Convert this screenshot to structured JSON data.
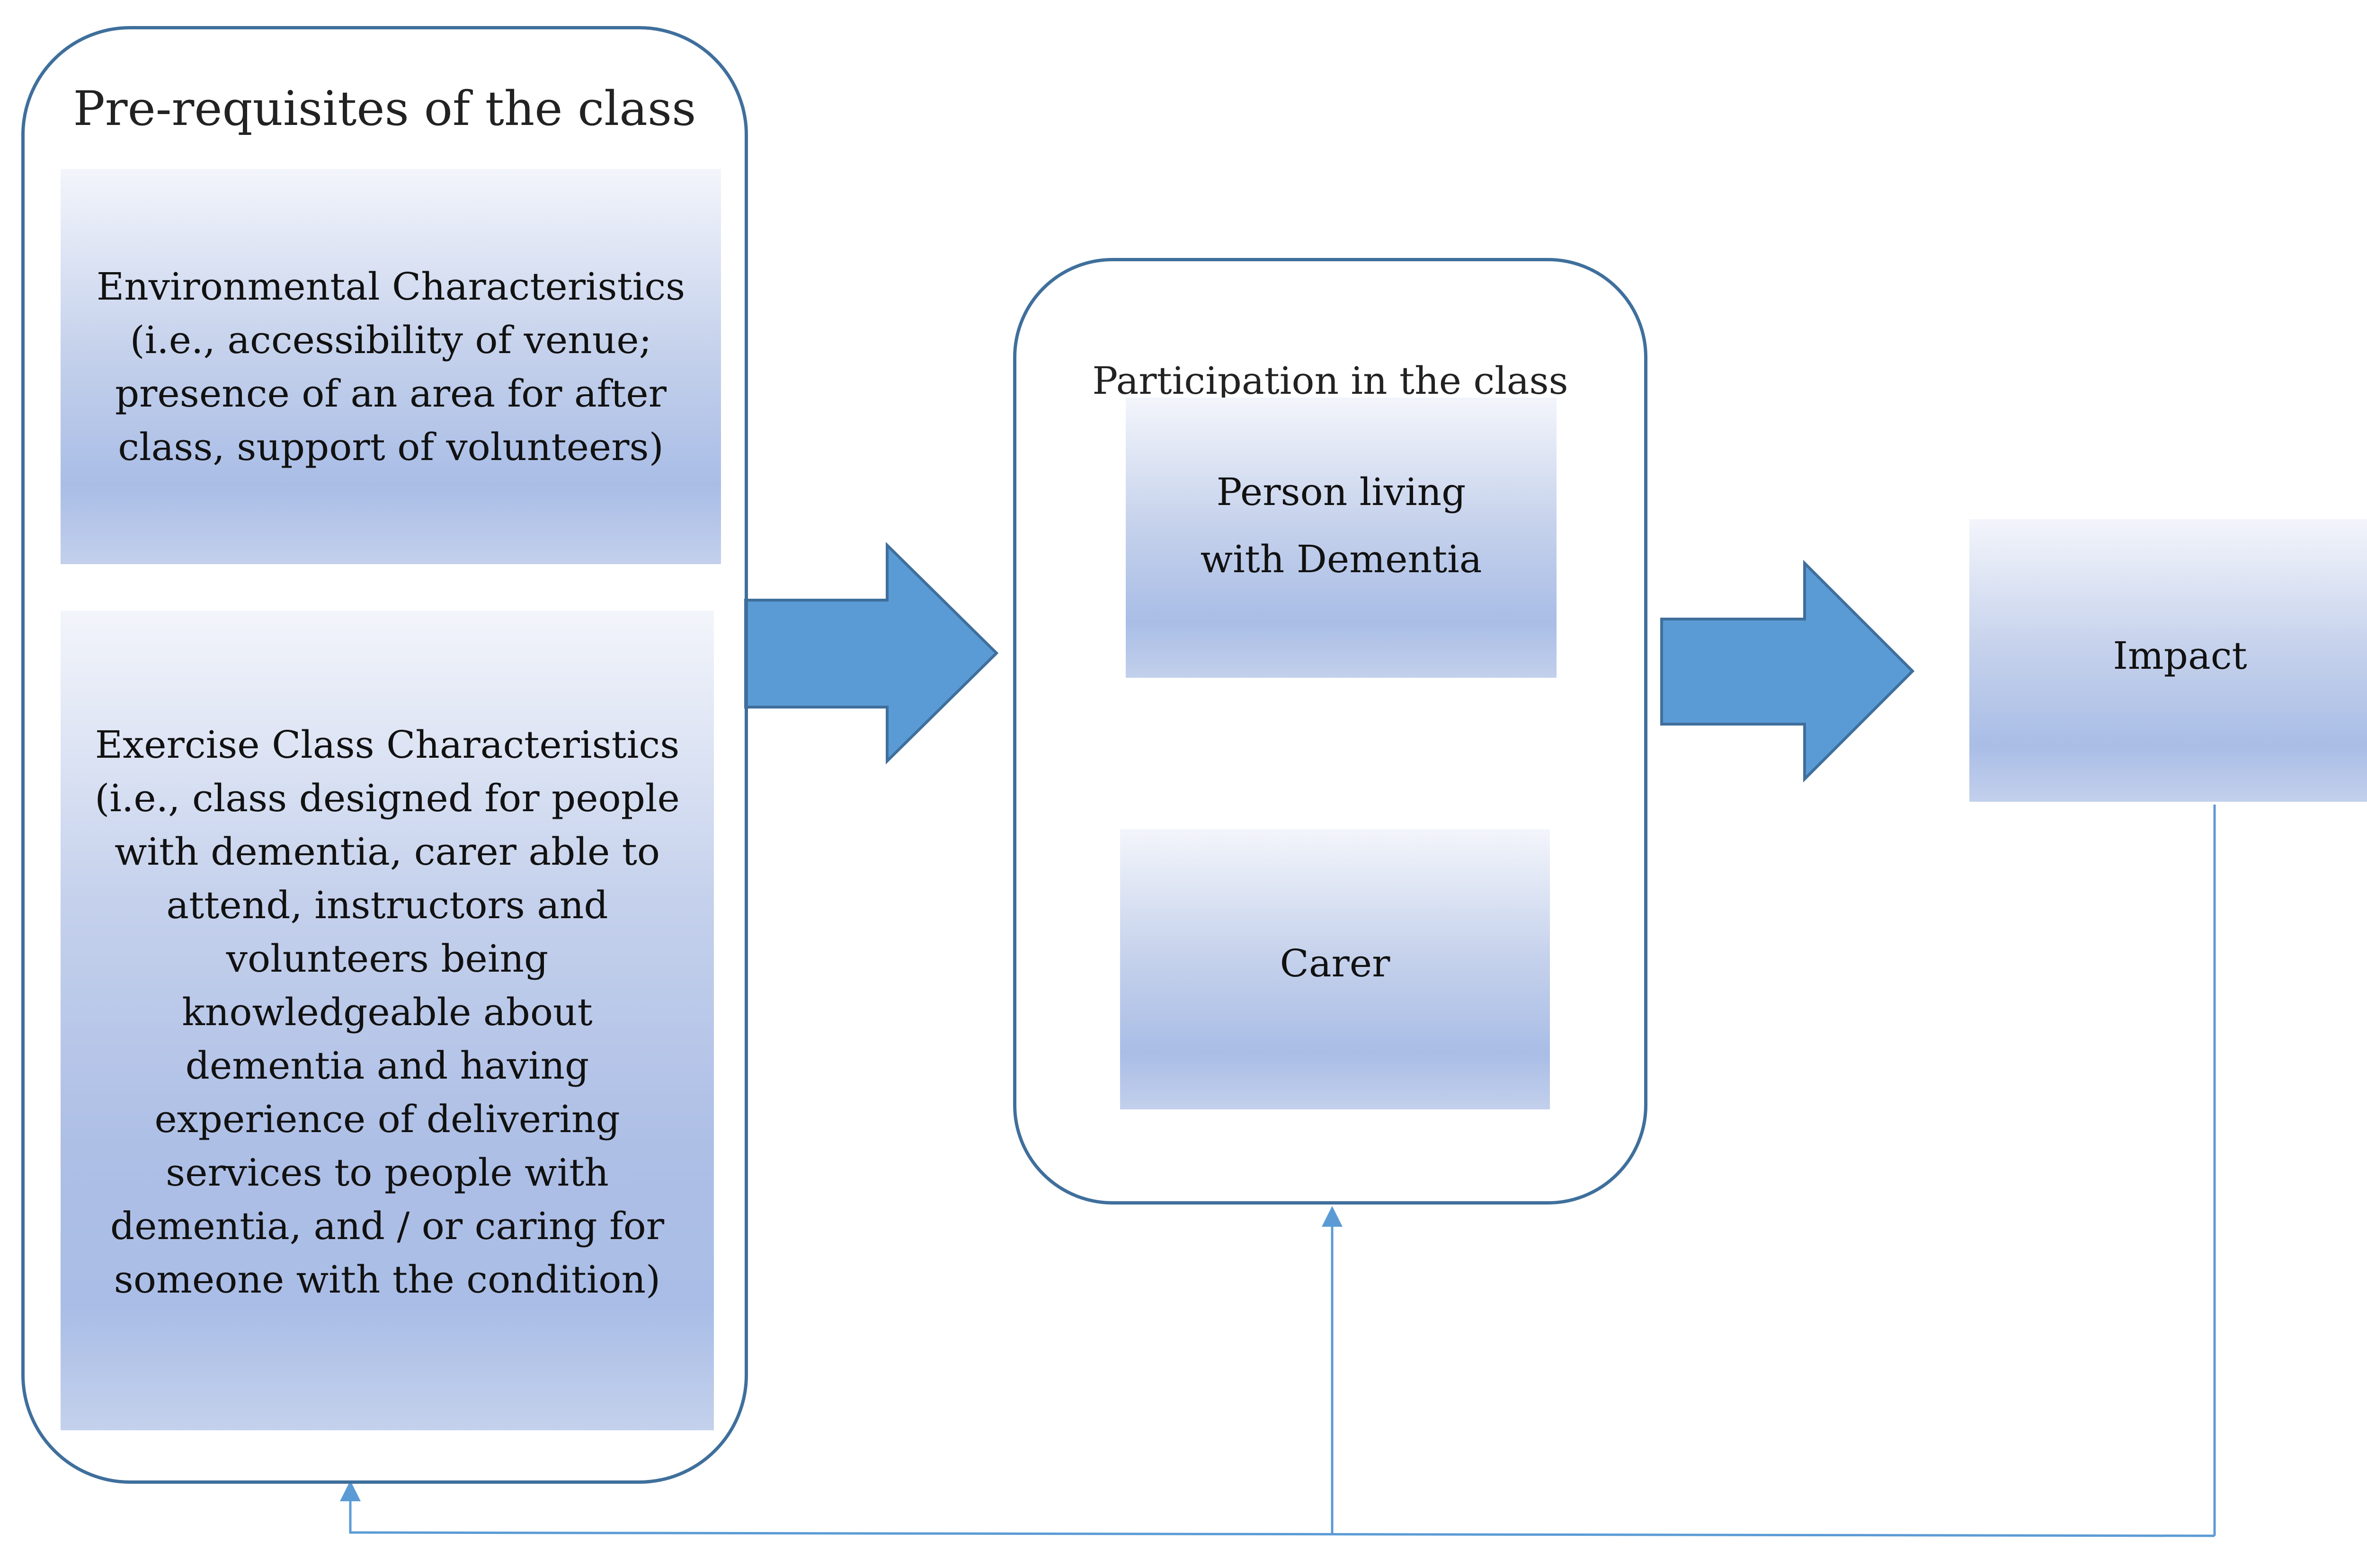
{
  "groups": {
    "prerequisites": {
      "title": "Pre-requisites of the class",
      "environmental": "Environmental Characteristics (i.e., accessibility of venue; presence of an area for after class, support of volunteers)",
      "exercise_class": "Exercise Class Characteristics (i.e., class designed for people with dementia, carer able to attend, instructors and volunteers being knowledgeable about dementia and having experience of delivering services to people with dementia, and / or caring for someone with the condition)"
    },
    "participation": {
      "title": "Participation in the class",
      "person": "Person living with Dementia",
      "carer": "Carer"
    },
    "impact": {
      "label": "Impact"
    }
  },
  "colors": {
    "frame_border": "#3f6f9c",
    "arrow_fill": "#5b9bd5",
    "arrow_stroke": "#3f6f9c",
    "feedback_line": "#5b9bd5"
  }
}
